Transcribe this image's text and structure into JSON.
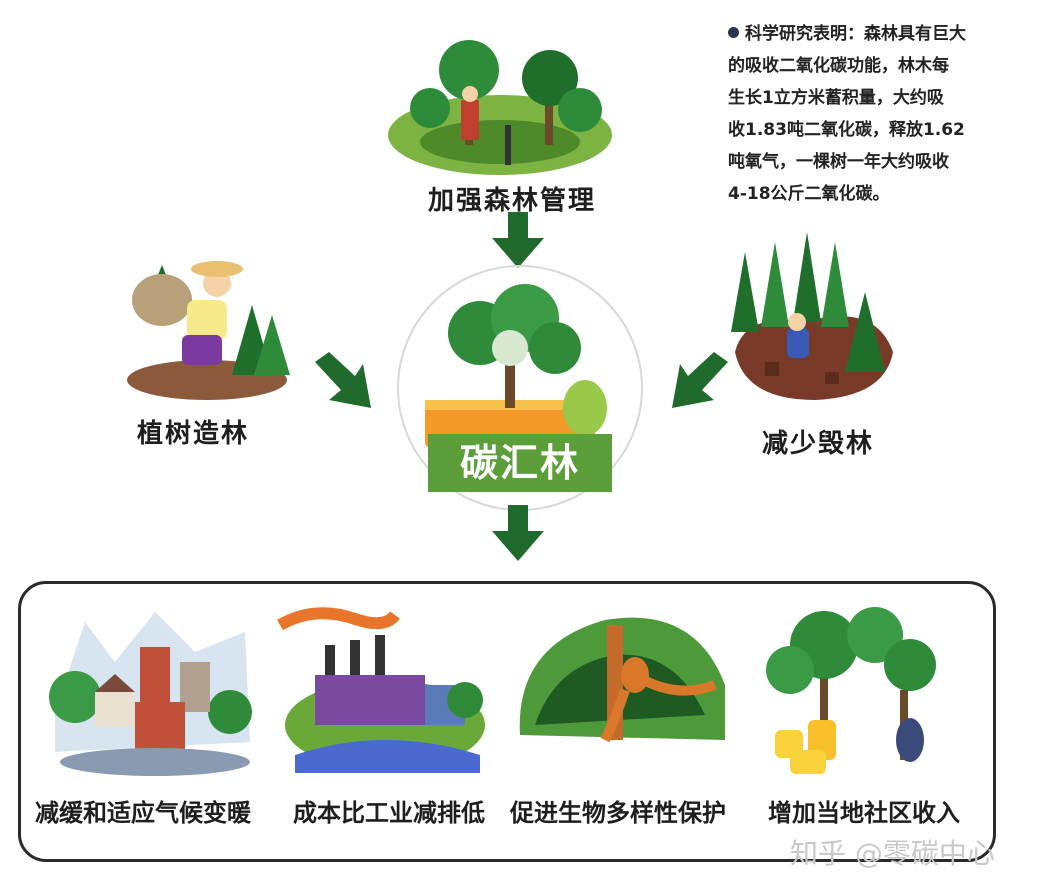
{
  "center": {
    "label": "碳汇林"
  },
  "inputs": {
    "top": "加强森林管理",
    "left": "植树造林",
    "right": "减少毁林"
  },
  "note": {
    "lines": [
      "科学研究表明：森林具有巨大",
      "的吸收二氧化碳功能，林木每",
      "生长1立方米蓄积量，大约吸",
      "收1.83吨二氧化碳，释放1.62",
      "吨氧气，一棵树一年大约吸收",
      "4-18公斤二氧化碳。"
    ]
  },
  "benefits": [
    "减缓和适应气候变暖",
    "成本比工业减排低",
    "促进生物多样性保护",
    "增加当地社区收入"
  ],
  "watermark": "知乎 @零碳中心",
  "colors": {
    "arrow": "#1f6a2c",
    "center_label_bg": "#5c9e3a",
    "tree": "#2f8a3a",
    "grass": "#6aa83a"
  }
}
